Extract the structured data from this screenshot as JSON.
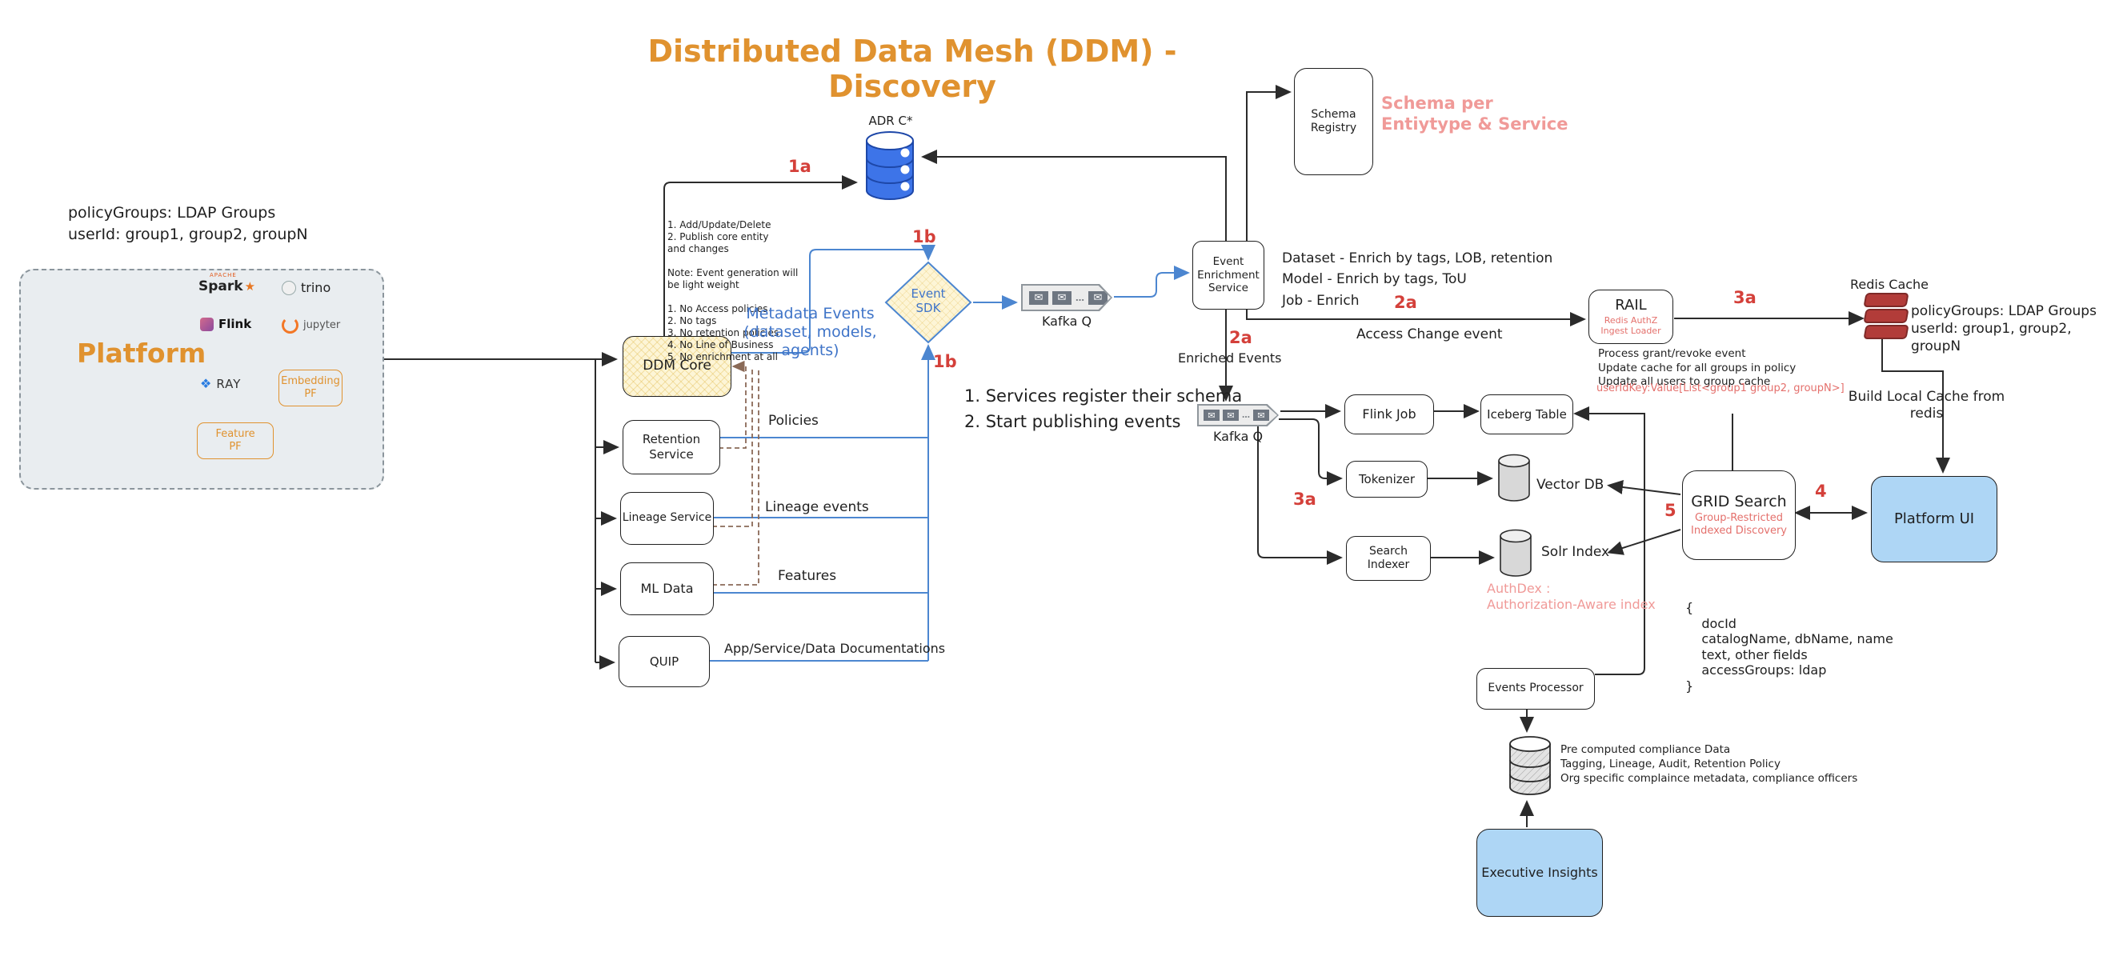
{
  "title": "Distributed Data Mesh (DDM) - Discovery",
  "colors": {
    "orange": "#e0922f",
    "red": "#d4403a",
    "pink": "#f09a98",
    "soft_red": "#e4706c",
    "blue_line": "#4c86d0",
    "blue_text": "#3f74c8",
    "brown": "#8a6a57"
  },
  "icons": {
    "envelope": "✉",
    "dots": "…",
    "spark_star": "★",
    "ray_glyph": "❖"
  },
  "left_note": "policyGroups: LDAP Groups\nuserId: group1, group2, groupN",
  "platform": {
    "label": "Platform",
    "spark_sub": "APACHE",
    "spark": "Spark",
    "trino": "trino",
    "flink": "Flink",
    "jupyter": "jupyter",
    "ray": "RAY",
    "embedding_pf": "Embedding\nPF",
    "feature_pf": "Feature\nPF"
  },
  "core": {
    "ddm_core": "DDM Core",
    "notes": "1. Add/Update/Delete\n2. Publish core entity\n    and changes\n\nNote: Event generation will\nbe light weight\n\n1. No Access policies\n2. No tags\n3. No retention policies\n4. No Line of Business\n5. No enrichment at all",
    "retention": "Retention\nService",
    "lineage": "Lineage Service",
    "ml_data": "ML Data",
    "quip": "QUIP",
    "policies_label": "Policies",
    "lineage_label": "Lineage events",
    "features_label": "Features",
    "docs_label": "App/Service/Data Documentations"
  },
  "events": {
    "adr": "ADR C*",
    "event_sdk": "Event\nSDK",
    "kafka1": "Kafka Q",
    "kafka2": "Kafka Q",
    "metadata_note": "Metadata Events\n(dataset, models, agents)",
    "steps_note": "1. Services register their schema\n2. Start publishing events",
    "enriched": "Enriched Events"
  },
  "registry": {
    "schema_registry": "Schema\nRegistry",
    "schema_note": "Schema per\nEntiytype & Service"
  },
  "enrichment": {
    "service": "Event\nEnrichment\nService",
    "note": "Dataset - Enrich by tags, LOB, retention\nModel - Enrich by tags, ToU\nJob - Enrich",
    "access_change": "Access Change event"
  },
  "rail": {
    "title": "RAIL",
    "subtitle": "Redis AuthZ\nIngest Loader",
    "note": "Process grant/revoke event\nUpdate cache for all groups in policy\nUpdate all users to group cache",
    "key_note": "userIdKey:Value[List<group1 group2, groupN>]"
  },
  "redis": {
    "label": "Redis Cache",
    "note": "policyGroups: LDAP Groups\nuserId: group1, group2, groupN",
    "build_note": "Build Local Cache from\nredis"
  },
  "index": {
    "flink_job": "Flink Job",
    "iceberg": "Iceberg Table",
    "tokenizer": "Tokenizer",
    "vector_db": "Vector DB",
    "search_indexer": "Search\nIndexer",
    "solr": "Solr Index",
    "authdex": "AuthDex :\nAuthorization-Aware index"
  },
  "search": {
    "grid_title": "GRID Search",
    "grid_sub": "Group-Restricted\nIndexed Discovery",
    "platform_ui": "Platform UI",
    "doc_schema": "{\n    docId\n    catalogName, dbName, name\n    text, other fields\n    accessGroups: ldap\n}"
  },
  "insights": {
    "events_processor": "Events Processor",
    "compliance_note": "Pre computed compliance Data\nTagging, Lineage, Audit, Retention Policy\nOrg specific complaince metadata, compliance officers",
    "executive": "Executive Insights"
  },
  "markers": {
    "m1a": "1a",
    "m1b_top": "1b",
    "m1b_bottom": "1b",
    "m2a_access": "2a",
    "m2a_events": "2a",
    "m3a_redis": "3a",
    "m3a_kafka": "3a",
    "m4": "4",
    "m5": "5"
  }
}
